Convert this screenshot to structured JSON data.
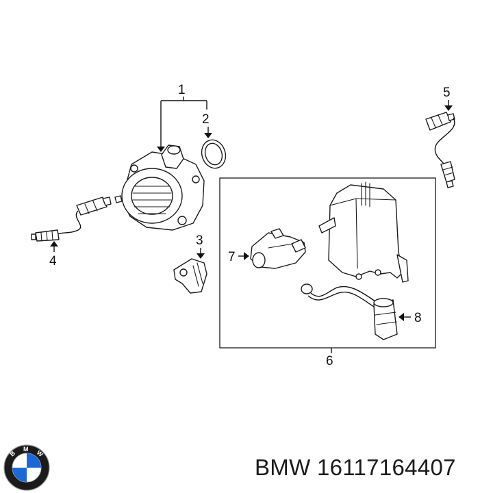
{
  "diagram": {
    "callouts": [
      "1",
      "2",
      "3",
      "4",
      "5",
      "6",
      "7",
      "8"
    ],
    "group_box_callout": "6"
  },
  "caption": {
    "brand": "BMW",
    "part_number": "16117164407",
    "text": "BMW 16117164407"
  },
  "logo": {
    "name": "bmw-roundel-icon",
    "letters": [
      "B",
      "M",
      "W"
    ],
    "colors": {
      "ring": "#1b1b1b",
      "blue": "#1c69d4",
      "white": "#ffffff"
    }
  }
}
